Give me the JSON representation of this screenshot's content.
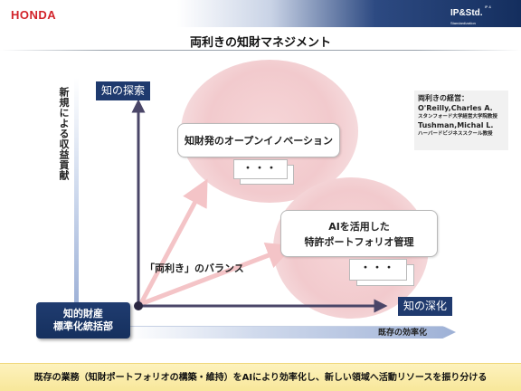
{
  "header": {
    "logo": "HONDA",
    "brand": "IP&Std.",
    "brand_sub": "IP & Standardization",
    "brand_jp": "知的財産・標準化統括部"
  },
  "title": "両利きの知財マネジメント",
  "diagram": {
    "y_axis_label": "知の探索",
    "x_axis_label": "知の深化",
    "vertical_caption": "新規による収益貢献",
    "horizontal_caption": "既存の効率化",
    "department": [
      "知的財産",
      "標準化統括部"
    ],
    "balance_label": "「両利き」のバランス",
    "box_open_innovation": "知財発のオープンイノベーション",
    "box_ai": [
      "AIを活用した",
      "特許ポートフォリオ管理"
    ],
    "ellipsis": "・・・"
  },
  "reference": {
    "heading": "両利きの経営：",
    "author1": "O'Reilly,Charles A.",
    "affil1": "スタンフォード大学経営大学院教授",
    "author2": "Tushman,Michal L.",
    "affil2": "ハーバードビジネススクール教授"
  },
  "footer": "既存の業務（知財ポートフォリオの構築・維持）をAIにより効率化し、新しい領域へ活動リソースを振り分ける",
  "colors": {
    "navy": "#1f3a6e",
    "honda_red": "#d2232a",
    "circle_pink": "#f2cacd",
    "arrow_pink": "#f4c4c7",
    "axis_purple": "#4a4668",
    "footer_yellow": "#f8e79a"
  }
}
